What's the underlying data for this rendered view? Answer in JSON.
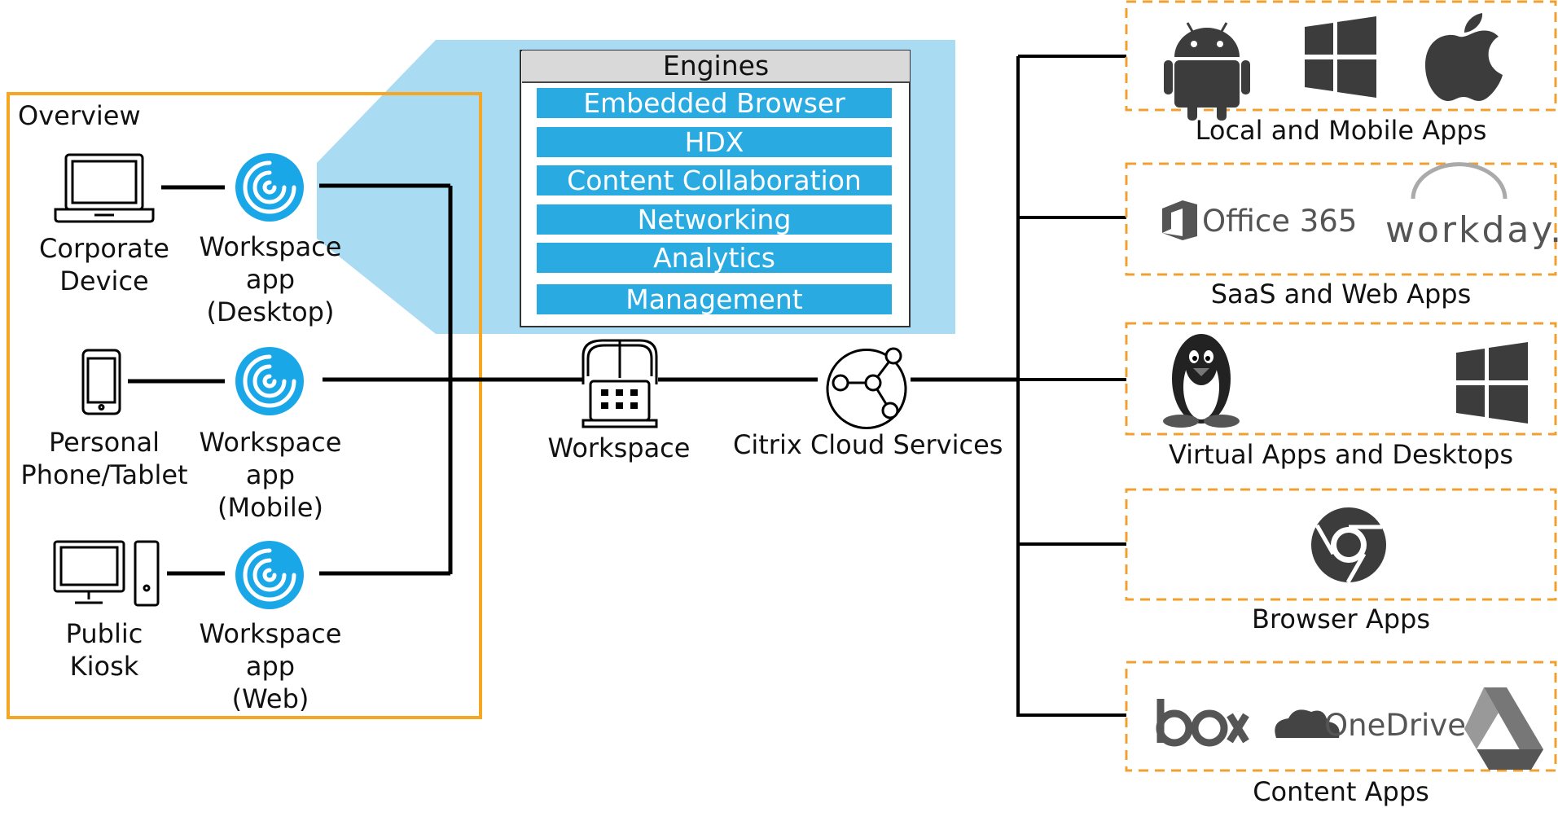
{
  "overview": {
    "title": "Overview"
  },
  "endpoints": [
    {
      "device_label": "Corporate\nDevice",
      "app_label": "Workspace app\n(Desktop)",
      "device_icon": "laptop-icon"
    },
    {
      "device_label": "Personal\nPhone/Tablet",
      "app_label": "Workspace app\n(Mobile)",
      "device_icon": "phone-icon"
    },
    {
      "device_label": "Public\nKiosk",
      "app_label": "Workspace app\n(Web)",
      "device_icon": "desktop-tower-icon"
    }
  ],
  "engines": {
    "title": "Engines",
    "items": [
      "Embedded Browser",
      "HDX",
      "Content Collaboration",
      "Networking",
      "Analytics",
      "Management"
    ]
  },
  "hub": {
    "workspace_label": "Workspace",
    "cloud_label": "Citrix Cloud Services"
  },
  "app_groups": [
    {
      "label": "Local and Mobile Apps",
      "icons": [
        "android-icon",
        "windows-icon",
        "apple-icon"
      ]
    },
    {
      "label": "SaaS and Web Apps",
      "brands": [
        "Office 365",
        "workday."
      ]
    },
    {
      "label": "Virtual Apps and Desktops",
      "icons": [
        "linux-tux-icon",
        "windows-icon"
      ]
    },
    {
      "label": "Browser Apps",
      "icons": [
        "chrome-icon"
      ]
    },
    {
      "label": "Content Apps",
      "brands": [
        "box",
        "OneDrive"
      ],
      "icons": [
        "google-drive-icon"
      ]
    }
  ],
  "colors": {
    "overview_border": "#f5a623",
    "engine_bar": "#29abe2",
    "engine_panel_bg": "#a9dcf2",
    "workspace_app_icon": "#1aa7e8",
    "group_border": "#f0a030",
    "line": "#000000",
    "icon_dark": "#3c3c3c"
  }
}
